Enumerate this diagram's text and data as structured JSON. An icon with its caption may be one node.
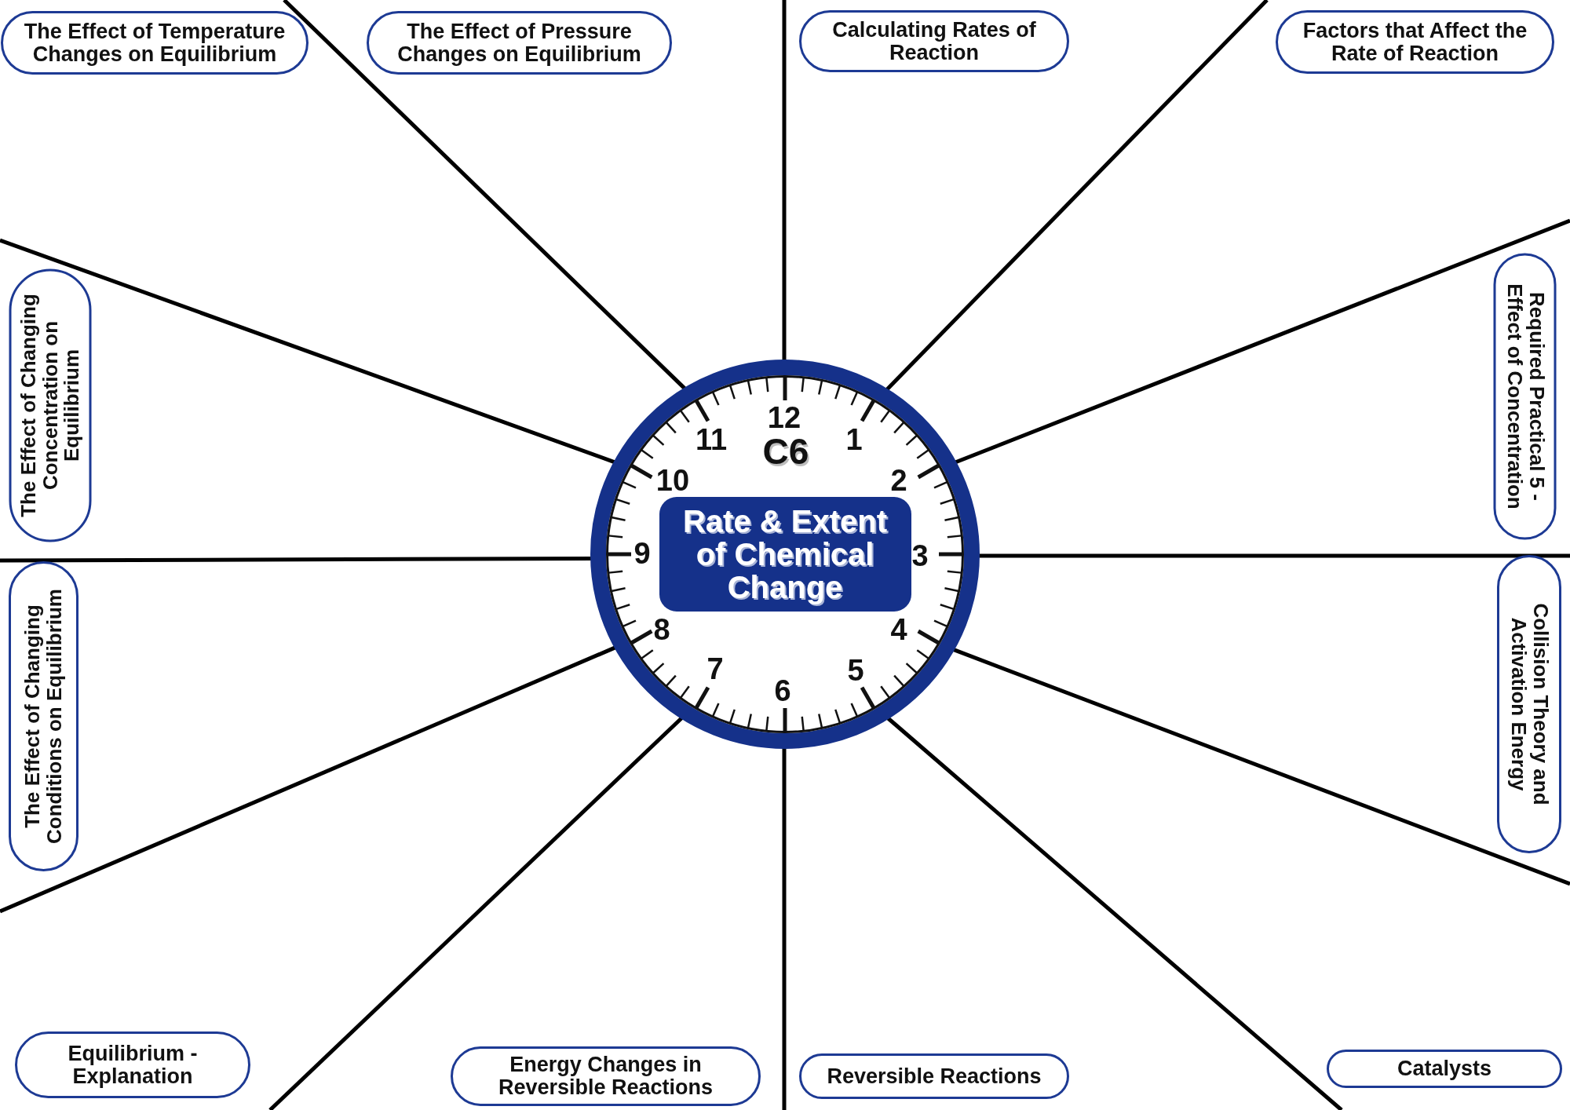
{
  "diagram": {
    "nodes": [
      {
        "text": [
          "C6"
        ]
      },
      {
        "text": [
          "Rate & Extent of Chemical Change"
        ],
        "in": 0
      },
      {
        "text": [
          "The Effect of Temperature Changes on Equilibrium"
        ]
      },
      {
        "text": [
          "The Effect of Pressure Changes on Equilibrium"
        ]
      },
      {
        "text": [
          "Calculating Rates of Reaction"
        ]
      },
      {
        "text": [
          "Factors that Affect the Rate of Reaction"
        ]
      },
      {
        "text": [
          "The Effect of Changing Concentration on Equilibrium"
        ]
      },
      {
        "text": [
          "Required Practical 5 - Effect of Concentration"
        ]
      },
      {
        "text": [
          "The Effect of Changing Conditions on Equilibrium"
        ]
      },
      {
        "text": [
          "Collision Theory and Activation Energy"
        ]
      },
      {
        "text": [
          "Equilibrium - Explanation"
        ]
      },
      {
        "text": [
          "Energy Changes in Reversible Reactions"
        ]
      },
      {
        "text": [
          "Reversible Reactions"
        ]
      },
      {
        "text": [
          "Catalysts"
        ]
      }
    ],
    "labels": [
      "12",
      "11",
      "1",
      "10",
      "2",
      "9",
      "3",
      "8",
      "4",
      "7",
      "5",
      "6"
    ]
  }
}
